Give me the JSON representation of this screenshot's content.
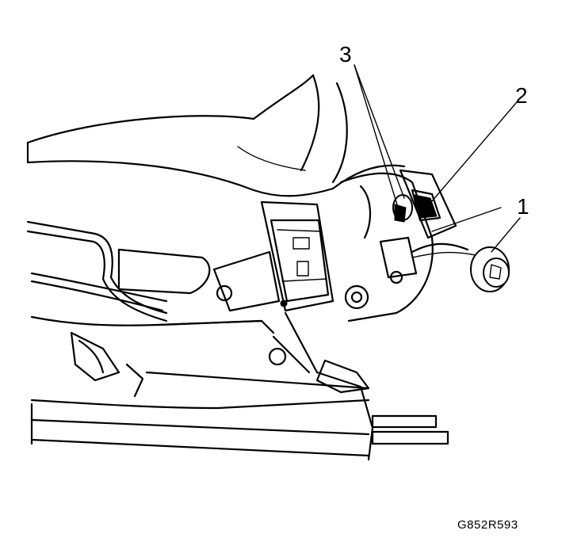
{
  "callouts": [
    {
      "id": "1",
      "label": "1"
    },
    {
      "id": "2",
      "label": "2"
    },
    {
      "id": "3",
      "label": "3"
    }
  ],
  "figure_code": "G852R593"
}
